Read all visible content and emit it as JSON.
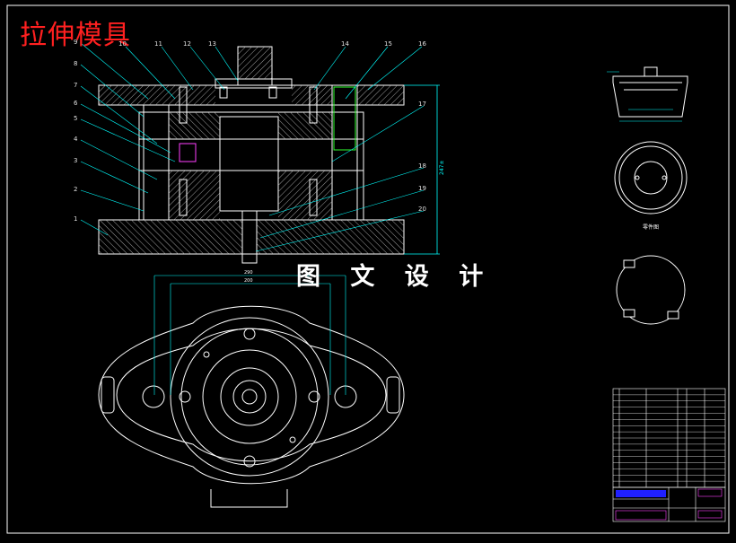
{
  "drawing": {
    "title": "拉伸模具",
    "watermark": "图 文 设 计",
    "callouts_left": [
      "9",
      "8",
      "7",
      "6",
      "5",
      "4",
      "3",
      "2",
      "1"
    ],
    "callouts_top": [
      "10",
      "11",
      "12",
      "13",
      "14",
      "15",
      "16"
    ],
    "callouts_right": [
      "17",
      "18",
      "19",
      "20"
    ],
    "part_view_caption": "零件图",
    "dim_overall_height": "247±",
    "dim_top_width": "290",
    "dim_second_width": "200"
  },
  "colors": {
    "background": "#000000",
    "outline": "#ffffff",
    "dimension": "#00ffff",
    "hatch": "#d0d0d0",
    "callout_text": "#e0e0e0",
    "title": "#ff2020",
    "border": "#ffffff",
    "highlight": "#ff40ff",
    "blue_block": "#2020ff"
  }
}
